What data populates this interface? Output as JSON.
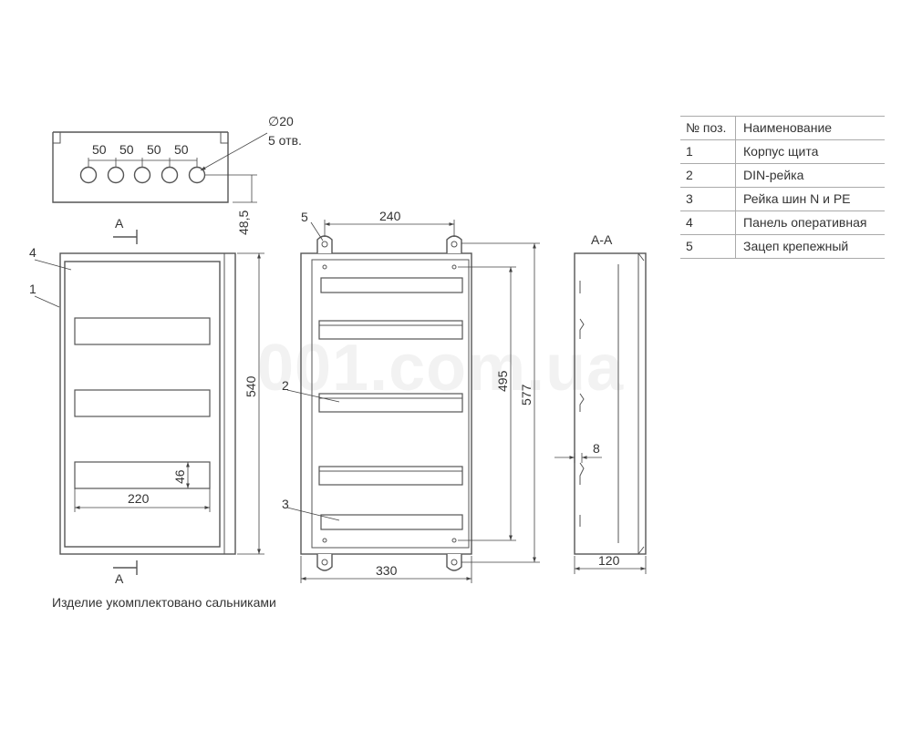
{
  "watermark": "001.com.ua",
  "table": {
    "header": {
      "pos": "№ поз.",
      "name": "Наименование"
    },
    "rows": [
      {
        "pos": "1",
        "name": "Корпус щита"
      },
      {
        "pos": "2",
        "name": "DIN-рейка"
      },
      {
        "pos": "3",
        "name": "Рейка шин N и PE"
      },
      {
        "pos": "4",
        "name": "Панель оперативная"
      },
      {
        "pos": "5",
        "name": "Зацеп крепежный"
      }
    ]
  },
  "note": "Изделие укомплектовано сальниками",
  "top_view": {
    "hole_diameter": "∅20",
    "hole_count": "5 отв.",
    "spacings": [
      "50",
      "50",
      "50",
      "50"
    ],
    "height_dim": "48,5"
  },
  "front_view": {
    "section_mark": "А",
    "labels": [
      "4",
      "1"
    ],
    "height_dim": "540",
    "slot_height_dim": "46",
    "slot_width_dim": "220"
  },
  "inner_view": {
    "labels": [
      "5",
      "2",
      "3"
    ],
    "top_dim": "240",
    "width_dim": "330",
    "inner_height_dim": "495",
    "total_height_dim": "577"
  },
  "section_view": {
    "title": "А-А",
    "depth_dim": "120",
    "rail_offset_dim": "8"
  }
}
